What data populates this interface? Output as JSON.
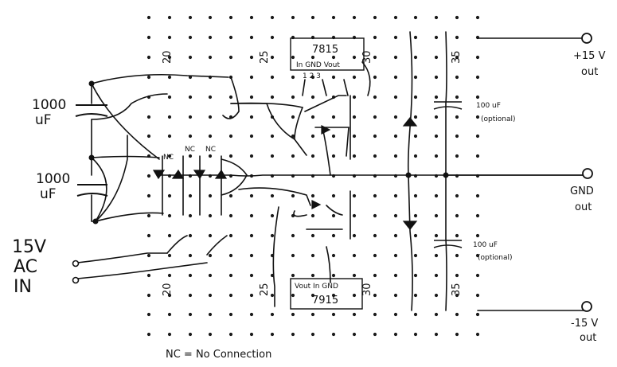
{
  "capacitors_left": [
    {
      "value": "1000",
      "unit": "uF"
    },
    {
      "value": "1000",
      "unit": "uF"
    }
  ],
  "input_label": {
    "line1": "15V",
    "line2": "AC",
    "line3": "IN"
  },
  "column_numbers": {
    "c20": "20",
    "c25": "25",
    "c30": "30",
    "c35": "35"
  },
  "regulators": {
    "top": {
      "part": "7815",
      "pins": "In GND Vout",
      "pin_numbers": "1  2  3"
    },
    "bottom": {
      "part": "7915",
      "pins": "Vout In GND"
    }
  },
  "output_caps": {
    "top": {
      "value": "100 uF",
      "note": "(optional)"
    },
    "bottom": {
      "value": "100 uF",
      "note": "(optional)"
    }
  },
  "outputs": {
    "pos": {
      "label": "+15 V",
      "sub": "out"
    },
    "gnd": {
      "label": "GND",
      "sub": "out"
    },
    "neg": {
      "label": "-15 V",
      "sub": "out"
    }
  },
  "nc_labels": [
    "NC",
    "NC",
    "NC"
  ],
  "legend": "NC = No Connection",
  "colors": {
    "ink": "#111111",
    "dot": "#1a1a1a",
    "background": "#ffffff"
  }
}
